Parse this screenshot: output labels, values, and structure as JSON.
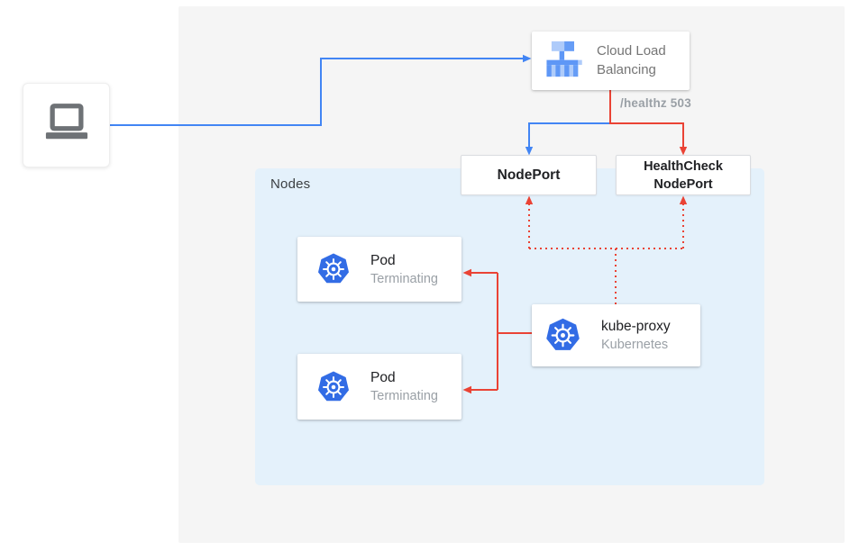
{
  "diagram": {
    "title_context": "Kubernetes external load balancer health-check diagram",
    "colors": {
      "flow_blue": "#4285F4",
      "health_red": "#EA4335",
      "panel_gray": "#F5F5F5",
      "nodes_blue": "#E4F1FB",
      "kubernetes_blue": "#326CE5",
      "laptop_gray": "#6E7276",
      "muted_text": "#9AA0A6",
      "dark_text": "#202124"
    },
    "client": {
      "icon": "laptop-icon"
    },
    "cloud_load_balancing": {
      "label": "Cloud Load Balancing",
      "icon": "cloud-load-balancing-icon"
    },
    "health_check_annotation": {
      "label": "/healthz 503"
    },
    "node_port": {
      "label": "NodePort"
    },
    "health_check_node_port": {
      "label": "HealthCheck NodePort"
    },
    "nodes_panel": {
      "label": "Nodes"
    },
    "pods": [
      {
        "title": "Pod",
        "status": "Terminating",
        "icon": "kubernetes-icon"
      },
      {
        "title": "Pod",
        "status": "Terminating",
        "icon": "kubernetes-icon"
      }
    ],
    "kube_proxy": {
      "title": "kube-proxy",
      "subtitle": "Kubernetes",
      "icon": "kubernetes-icon"
    },
    "edges": [
      {
        "from": "client",
        "to": "cloud-load-balancing",
        "style": "solid",
        "color": "#4285F4"
      },
      {
        "from": "cloud-load-balancing",
        "to": "node-port",
        "style": "solid",
        "color": "#4285F4"
      },
      {
        "from": "cloud-load-balancing",
        "to": "health-check-node-port",
        "style": "solid",
        "color": "#EA4335",
        "label": "/healthz 503"
      },
      {
        "from": "kube-proxy",
        "to": "node-port",
        "style": "dotted",
        "color": "#EA4335"
      },
      {
        "from": "kube-proxy",
        "to": "health-check-node-port",
        "style": "dotted",
        "color": "#EA4335"
      },
      {
        "from": "kube-proxy",
        "to": "pod-1",
        "style": "solid",
        "color": "#EA4335"
      },
      {
        "from": "kube-proxy",
        "to": "pod-2",
        "style": "solid",
        "color": "#EA4335"
      }
    ]
  }
}
